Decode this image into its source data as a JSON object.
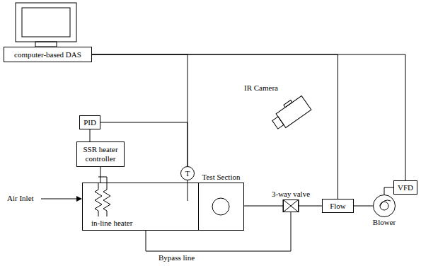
{
  "diagram": {
    "nodes": [
      {
        "text": [
          "computer-based DAS"
        ]
      },
      {
        "text": [
          "PID"
        ]
      },
      {
        "text": [
          "SSR heater controller"
        ]
      },
      {
        "text": [
          "T"
        ]
      },
      {
        "text": [
          "Test Section"
        ]
      },
      {
        "text": [
          "in-line heater"
        ]
      },
      {
        "text": [
          "3-way valve"
        ]
      },
      {
        "text": [
          "Flow"
        ]
      },
      {
        "text": [
          "VFD"
        ]
      },
      {
        "text": [
          "Blower"
        ]
      }
    ],
    "edges": [
      {
        "from": 0,
        "to": 3,
        "arrow": "none"
      },
      {
        "from": 0,
        "to": 7,
        "arrow": "none"
      },
      {
        "from": 0,
        "to": 8,
        "arrow": "none"
      },
      {
        "from": 1,
        "to": 3,
        "arrow": "none"
      },
      {
        "from": 1,
        "to": 2,
        "arrow": "none"
      },
      {
        "from": 2,
        "to": 5,
        "arrow": "none"
      },
      {
        "from": 3,
        "to": 5,
        "arrow": "none"
      },
      {
        "from": 4,
        "to": 6,
        "arrow": "none"
      },
      {
        "from": 6,
        "to": 7,
        "arrow": "none"
      },
      {
        "from": 7,
        "to": 9,
        "arrow": "none"
      },
      {
        "from": 8,
        "to": 9,
        "arrow": "none"
      },
      {
        "from": 5,
        "to": 6,
        "label": "Bypass line",
        "arrow": "none"
      }
    ],
    "labels": [
      "Air Inlet",
      "IR Camera"
    ]
  }
}
